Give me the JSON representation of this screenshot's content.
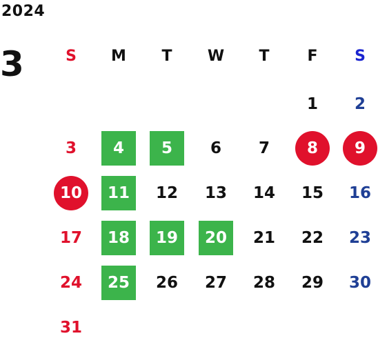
{
  "calendar": {
    "year": "2024",
    "month": "3",
    "weekdays": [
      "S",
      "M",
      "T",
      "W",
      "T",
      "F",
      "S"
    ],
    "colors": {
      "sunday": "#e0112c",
      "saturday_header": "#1a24d0",
      "saturday": "#1f3f95",
      "weekday": "#111111",
      "green_highlight": "#3cb44b",
      "red_highlight": "#e0112c"
    },
    "weeks": [
      [
        "",
        "",
        "",
        "",
        "",
        "1",
        "2"
      ],
      [
        "3",
        "4",
        "5",
        "6",
        "7",
        "8",
        "9"
      ],
      [
        "10",
        "11",
        "12",
        "13",
        "14",
        "15",
        "16"
      ],
      [
        "17",
        "18",
        "19",
        "20",
        "21",
        "22",
        "23"
      ],
      [
        "24",
        "25",
        "26",
        "27",
        "28",
        "29",
        "30"
      ],
      [
        "31",
        "",
        "",
        "",
        "",
        "",
        ""
      ]
    ],
    "green_days": [
      "4",
      "5",
      "11",
      "18",
      "19",
      "20",
      "25"
    ],
    "red_days": [
      "8",
      "9",
      "10"
    ]
  }
}
